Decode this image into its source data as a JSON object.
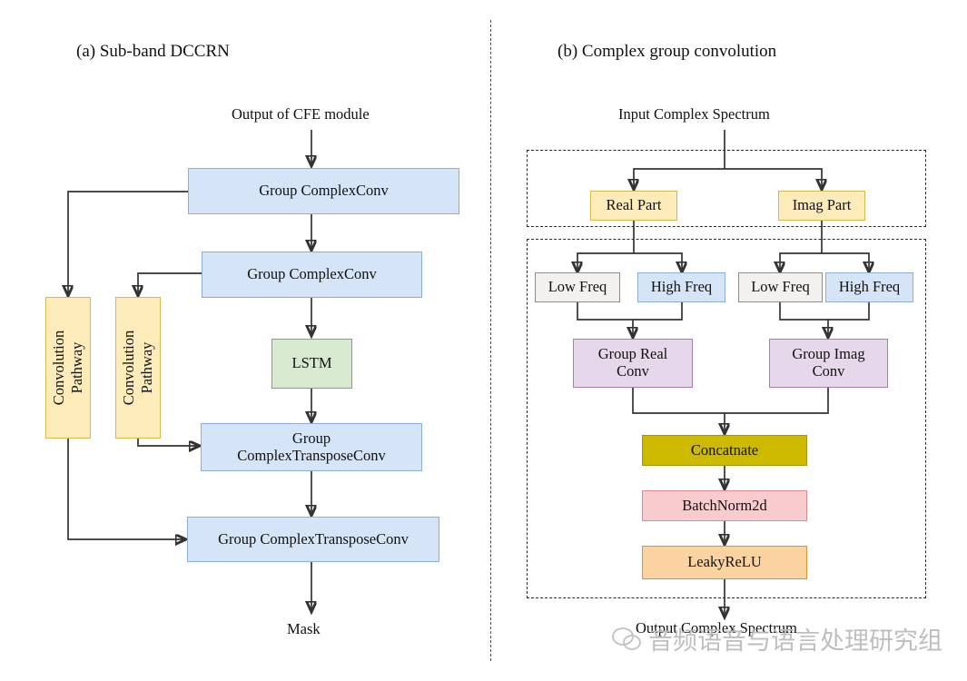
{
  "figure": {
    "panel_a_title": "(a) Sub-band DCCRN",
    "panel_b_title": "(b) Complex group convolution"
  },
  "panel_a": {
    "input_label": "Output of CFE module",
    "output_label": "Mask",
    "nodes": [
      {
        "id": "enc1",
        "label": "Group ComplexConv",
        "color": "blue"
      },
      {
        "id": "enc2",
        "label": "Group ComplexConv",
        "color": "blue"
      },
      {
        "id": "lstm",
        "label": "LSTM",
        "color": "green"
      },
      {
        "id": "dec1",
        "label": "Group\nComplexTransposeConv",
        "color": "blue"
      },
      {
        "id": "dec2",
        "label": "Group ComplexTransposeConv",
        "color": "blue"
      }
    ],
    "skip_nodes": [
      {
        "id": "path1",
        "label": "Convolution\nPathway",
        "color": "yellow"
      },
      {
        "id": "path2",
        "label": "Convolution\nPathway",
        "color": "yellow"
      }
    ]
  },
  "panel_b": {
    "input_label": "Input Complex Spectrum",
    "output_label": "Output Complex Spectrum",
    "split_group": {
      "nodes": [
        {
          "id": "real",
          "label": "Real Part",
          "color": "yellow"
        },
        {
          "id": "imag",
          "label": "Imag Part",
          "color": "yellow"
        }
      ]
    },
    "conv_group": {
      "nodes": [
        {
          "id": "real_low",
          "label": "Low Freq",
          "color": "gray"
        },
        {
          "id": "real_high",
          "label": "High Freq",
          "color": "blue"
        },
        {
          "id": "imag_low",
          "label": "Low Freq",
          "color": "gray"
        },
        {
          "id": "imag_high",
          "label": "High Freq",
          "color": "blue"
        },
        {
          "id": "greal",
          "label": "Group Real\nConv",
          "color": "purple"
        },
        {
          "id": "gimag",
          "label": "Group Imag\nConv",
          "color": "purple"
        },
        {
          "id": "concat",
          "label": "Concatnate",
          "color": "olive"
        },
        {
          "id": "bn",
          "label": "BatchNorm2d",
          "color": "pink"
        },
        {
          "id": "act",
          "label": "LeakyReLU",
          "color": "orange"
        }
      ]
    }
  },
  "watermark": {
    "text": "音频语音与语言处理研究组",
    "icon": "wechat-bubbles-icon"
  },
  "colors": {
    "blue": "#d6e4f7",
    "yellow": "#fdebb9",
    "green": "#d7ead0",
    "gray": "#f2f1ef",
    "purple": "#e6d7ea",
    "olive": "#ccb900",
    "pink": "#f8ccce",
    "orange": "#fbd3a0",
    "wire": "#333333"
  }
}
